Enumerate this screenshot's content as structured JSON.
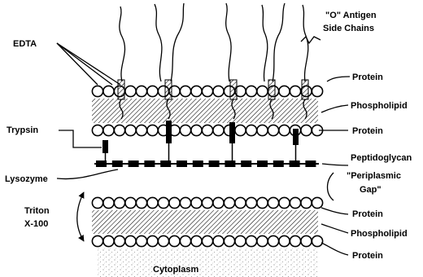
{
  "diagram": {
    "labels": {
      "edta": "EDTA",
      "o_antigen_line1": "\"O\" Antigen",
      "o_antigen_line2": "Side Chains",
      "protein_outer_top": "Protein",
      "phospholipid_outer": "Phospholipid",
      "trypsin": "Trypsin",
      "protein_outer_bottom": "Protein",
      "peptidoglycan": "Peptidoglycan",
      "lysozyme": "Lysozyme",
      "periplasmic_line1": "\"Periplasmic",
      "periplasmic_line2": "Gap\"",
      "triton_line1": "Triton",
      "triton_line2": "X-100",
      "protein_inner_top": "Protein",
      "phospholipid_inner": "Phospholipid",
      "protein_inner_bottom": "Protein",
      "cytoplasm": "Cytoplasm"
    }
  }
}
